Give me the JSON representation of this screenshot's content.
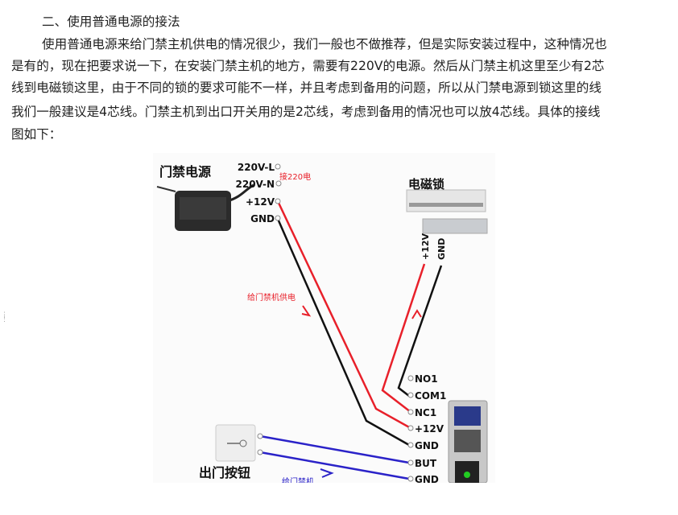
{
  "heading": "二、使用普通电源的接法",
  "paragraph_lines": [
    "使用普通电源来给门禁主机供电的情况很少，我们一般也不做推荐，但是实际安装过程中，这种情况也",
    "是有的，现在把要求说一下，在安装门禁主机的地方，需要有220V的电源。然后从门禁主机这里至少有2芯",
    "线到电磁锁这里，由于不同的锁的要求可能不一样，并且考虑到备用的问题，所以从门禁电源到锁这里的线",
    "我们一般建议是4芯线。门禁主机到出口开关用的是2芯线，考虑到备用的情况也可以放4芯线。具体的接线",
    "图如下："
  ],
  "diagram": {
    "power_title": "门禁电源",
    "power_terminals": [
      "220V-L",
      "220V-N",
      "+12V",
      "GND"
    ],
    "mains_note": "接220电",
    "lock_title": "电磁锁",
    "lock_terminals": [
      "+12V",
      "GND"
    ],
    "supply_note": "给门禁机供电",
    "controller_terminals": [
      "NO1",
      "COM1",
      "NC1",
      "+12V",
      "GND",
      "BUT",
      "GND"
    ],
    "button_title": "出门按钮",
    "button_note": "给门禁机..."
  },
  "colors": {
    "red": "#e8202a",
    "black": "#111111",
    "blue": "#2a22c8"
  }
}
